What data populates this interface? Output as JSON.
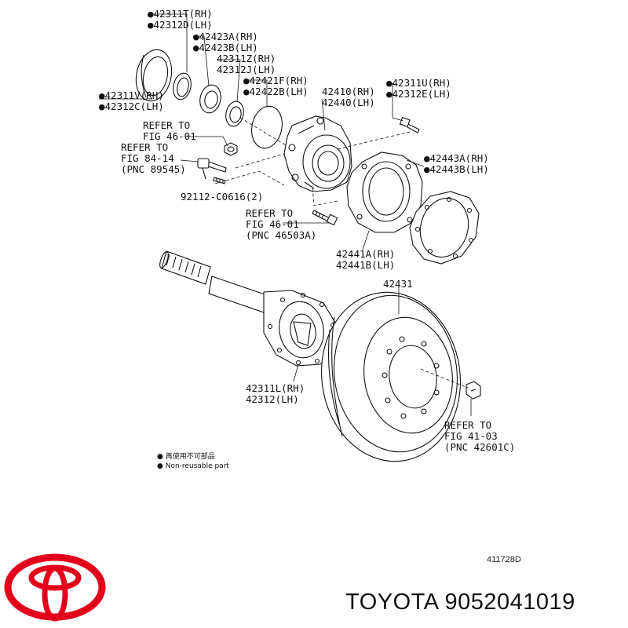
{
  "labels": {
    "p42311t": "●42311T(RH)",
    "p42312d": "●42312D(LH)",
    "p42423a": "●42423A(RH)",
    "p42423b": "●42423B(LH)",
    "p42311z": "42311Z(RH)",
    "p42312j": "42312J(LH)",
    "p42421f": "●42421F(RH)",
    "p42422b": "●42422B(LH)",
    "p42410": "42410(RH)",
    "p42440": "42440(LH)",
    "p42311u": "●42311U(RH)",
    "p42312e": "●42312E(LH)",
    "p42311v": "●42311V(RH)",
    "p42312c": "●42312C(LH)",
    "ref1_a": "REFER TO",
    "ref1_b": "FIG 46-01",
    "ref2_a": "REFER TO",
    "ref2_b": "FIG 84-14",
    "ref2_c": "(PNC 89545)",
    "p92112": "92112-C0616(2)",
    "ref3_a": "REFER TO",
    "ref3_b": "FIG 46-01",
    "ref3_c": "(PNC 46503A)",
    "p42443a": "●42443A(RH)",
    "p42443b": "●42443B(LH)",
    "p42441a": "42441A(RH)",
    "p42441b": "42441B(LH)",
    "p42431": "42431",
    "p42311l": "42311L(RH)",
    "p42312": "42312(LH)",
    "ref4_a": "REFER TO",
    "ref4_b": "FIG 41-03",
    "ref4_c": "(PNC 42601C)",
    "legend_jp": "● 再使用不可部品",
    "legend_en": "● Non-reusable part",
    "diagram_code": "411728D"
  },
  "brand": {
    "caption": "TOYOTA 9052041019",
    "logo_color": "#e3001b"
  }
}
